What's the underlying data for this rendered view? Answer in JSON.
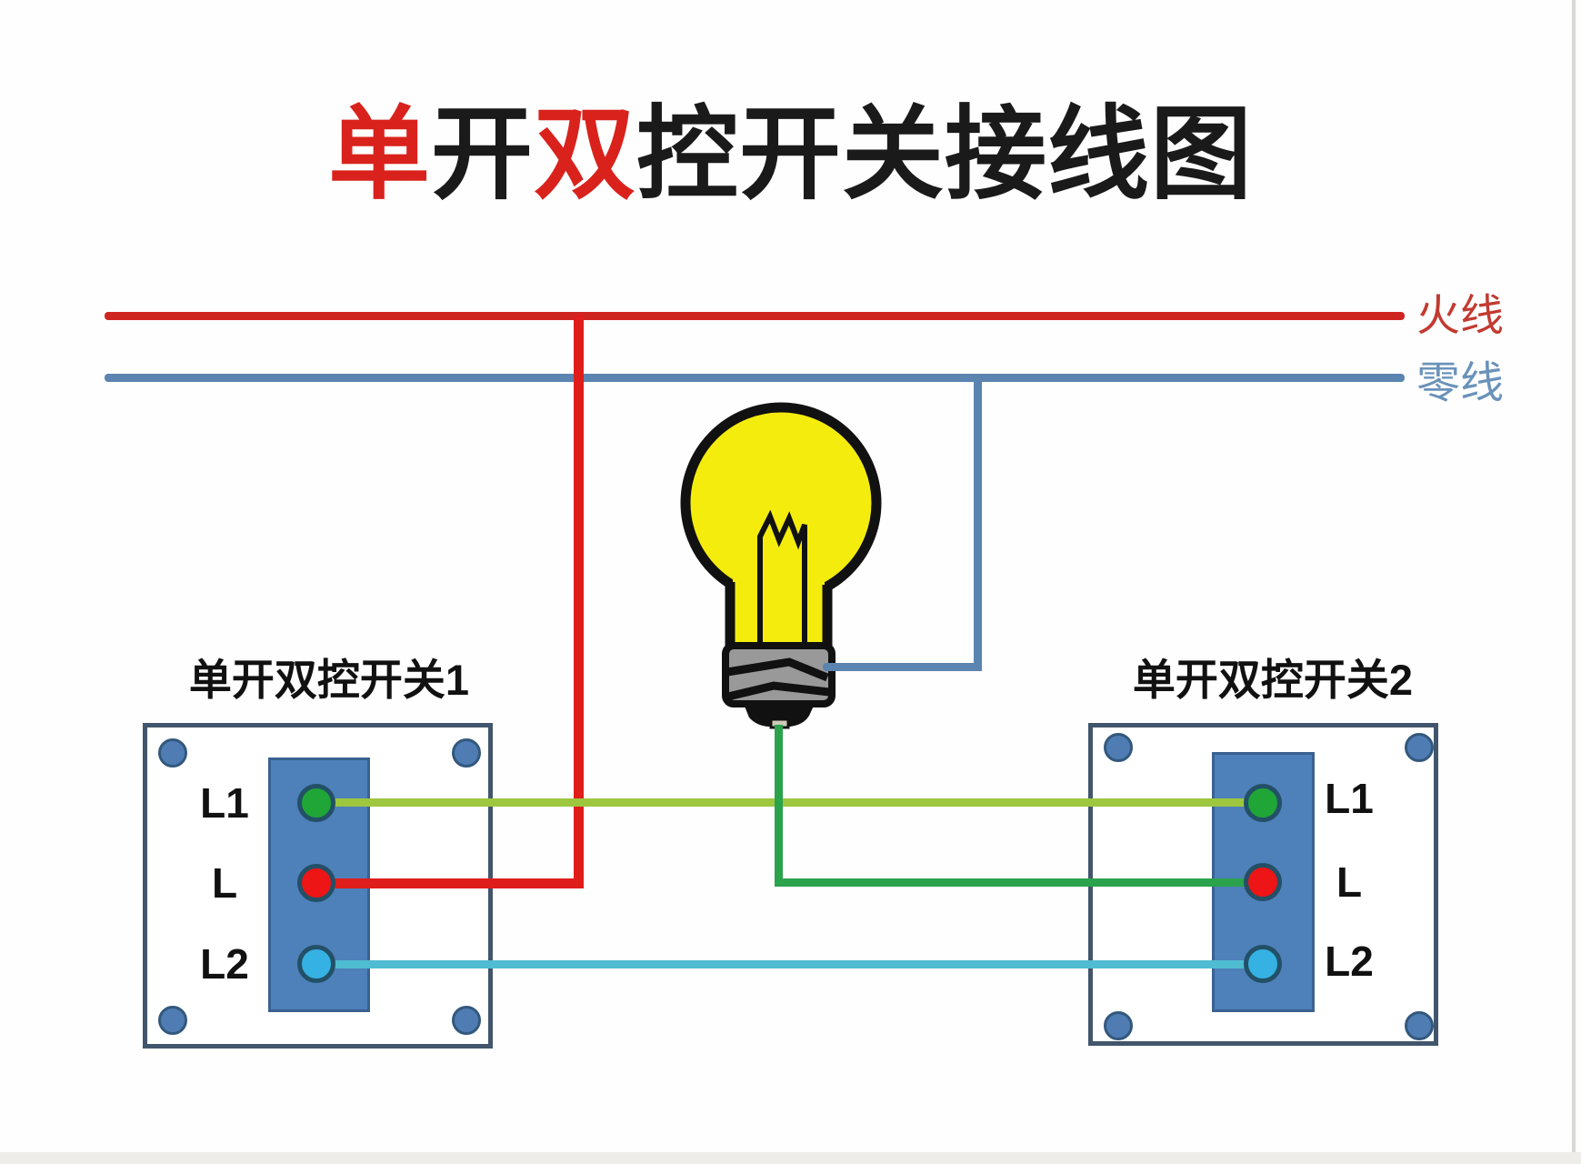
{
  "title": {
    "segments": [
      {
        "text": "单",
        "color": "#d9221c"
      },
      {
        "text": "开",
        "color": "#1a1a1a"
      },
      {
        "text": "双",
        "color": "#d9221c"
      },
      {
        "text": "控开关接线图",
        "color": "#1a1a1a"
      }
    ]
  },
  "legend": {
    "live": {
      "label": "火线",
      "color": "#c23a30"
    },
    "neutral": {
      "label": "零线",
      "color": "#6a92ba"
    }
  },
  "wires": {
    "live_color": "#cf2521",
    "neutral_color": "#5b84b0",
    "l_wire_color": "#df1d1a",
    "l1_wire_color": "#9dc73e",
    "lamp_wire_color": "#2ba24c",
    "l2_wire_color": "#4fbcd2"
  },
  "bulb": {
    "glass_color": "#f4ec0c",
    "base_color": "#999999"
  },
  "switches": [
    {
      "title": "单开双控开关1",
      "terminals": [
        {
          "label": "L1",
          "color": "#1fa637"
        },
        {
          "label": "L",
          "color": "#ed1515"
        },
        {
          "label": "L2",
          "color": "#35b1e3"
        }
      ]
    },
    {
      "title": "单开双控开关2",
      "terminals": [
        {
          "label": "L1",
          "color": "#1fa637"
        },
        {
          "label": "L",
          "color": "#ed1515"
        },
        {
          "label": "L2",
          "color": "#35b1e3"
        }
      ]
    }
  ]
}
